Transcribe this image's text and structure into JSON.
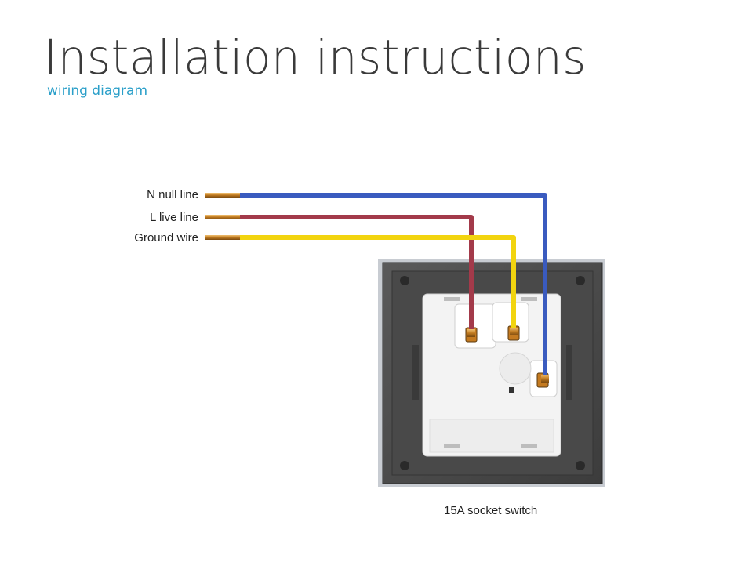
{
  "header": {
    "title": "Installation instructions",
    "subtitle": "wiring diagram"
  },
  "wires": [
    {
      "label": "N null line",
      "color": "#3a5bbf",
      "terminal": "right-lower"
    },
    {
      "label": "L live line",
      "color": "#a33a4a",
      "terminal": "left"
    },
    {
      "label": "Ground wire",
      "color": "#f2d40f",
      "terminal": "top-center"
    }
  ],
  "device": {
    "caption": "15A socket switch",
    "frame_color": "#4a4a4a",
    "module_color": "#f2f2f2"
  }
}
